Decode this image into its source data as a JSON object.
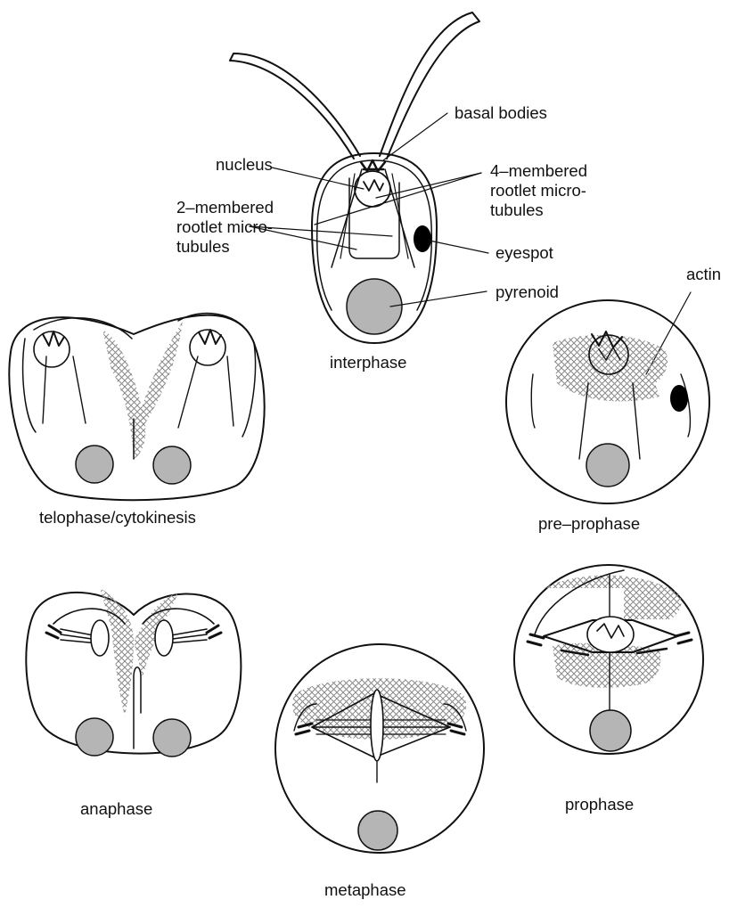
{
  "labels": {
    "basal_bodies": "basal bodies",
    "nucleus": "nucleus",
    "four_membered": [
      "4–membered",
      "rootlet micro-",
      "tubules"
    ],
    "two_membered": [
      "2–membered",
      "rootlet micro-",
      "tubules"
    ],
    "eyespot": "eyespot",
    "pyrenoid": "pyrenoid",
    "actin": "actin"
  },
  "stages": {
    "interphase": "interphase",
    "telophase": "telophase/cytokinesis",
    "preprophase": "pre–prophase",
    "anaphase": "anaphase",
    "prophase": "prophase",
    "metaphase": "metaphase"
  },
  "colors": {
    "outline": "#111111",
    "pyrenoid_fill": "#b5b5b5",
    "actin_mesh": "#8a8a8a",
    "eyespot": "#000000"
  }
}
